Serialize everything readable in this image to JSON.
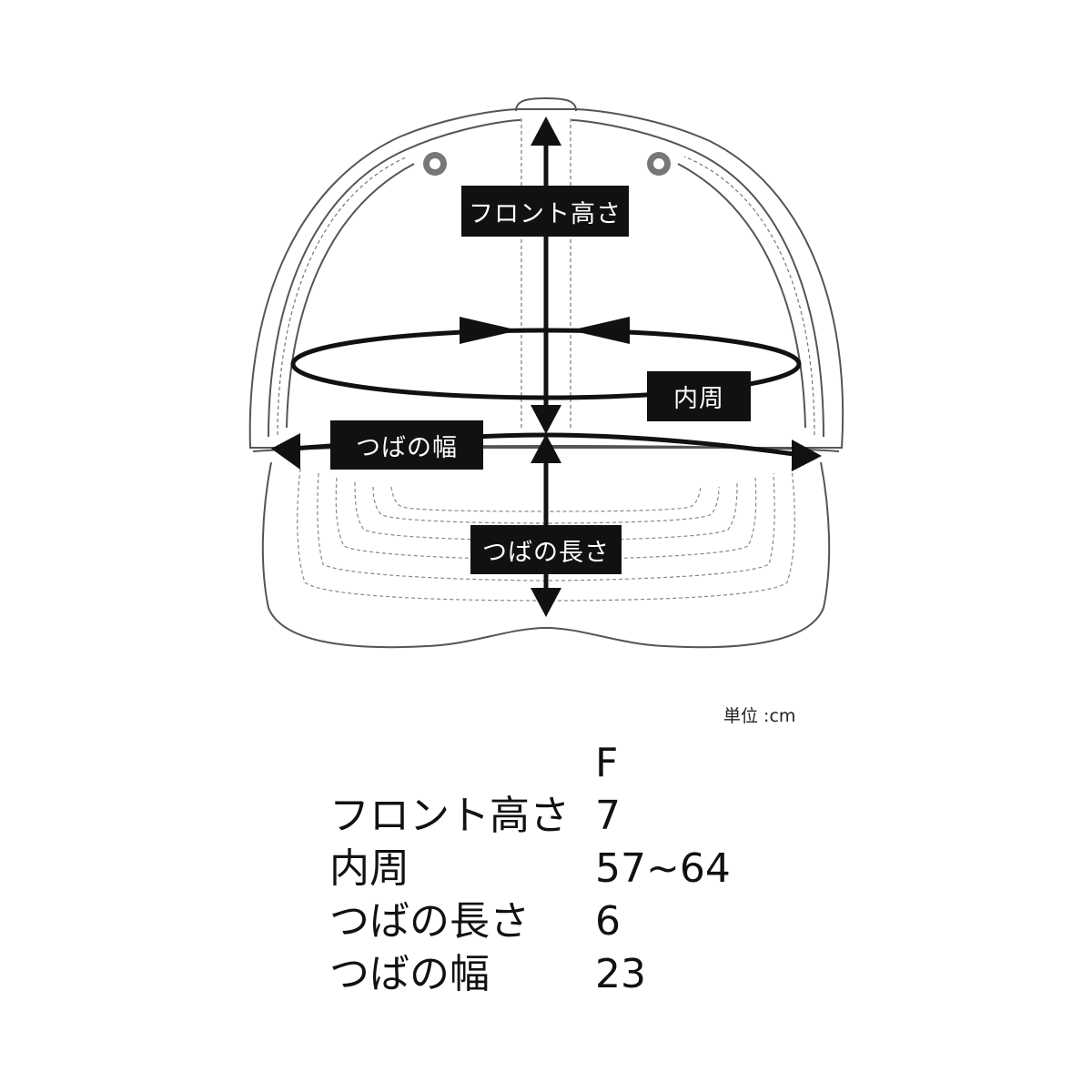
{
  "diagram": {
    "labels": {
      "front_height": "フロント高さ",
      "inner_circumference": "内周",
      "brim_width": "つばの幅",
      "brim_length": "つばの長さ"
    }
  },
  "unit": "単位 :cm",
  "table": {
    "size_header": "F",
    "rows": [
      {
        "label": "フロント高さ",
        "value": "7"
      },
      {
        "label": "内周",
        "value": "57~64"
      },
      {
        "label": "つばの長さ",
        "value": "6"
      },
      {
        "label": "つばの幅",
        "value": "23"
      }
    ]
  }
}
